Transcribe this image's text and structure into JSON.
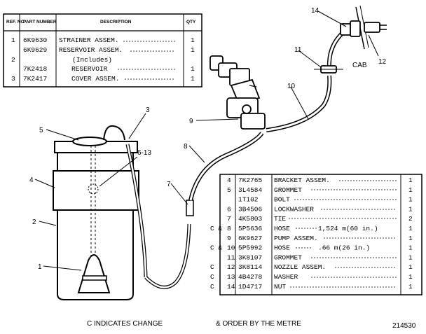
{
  "table_top": {
    "headers": {
      "ref": "REF. NO",
      "part": "PART NUMBER",
      "desc": "DESCRIPTION",
      "qty": "QTY"
    },
    "rows": [
      {
        "flag": "",
        "ref": "1",
        "part": "6K9630",
        "desc": "STRAINER ASSEM.",
        "qty": "1"
      },
      {
        "flag": "",
        "ref": "",
        "part": "6K9629",
        "desc": "RESERVOIR ASSEM.",
        "qty": "1"
      },
      {
        "flag": "",
        "ref": "2",
        "part": "",
        "desc": "(Includes)",
        "qty": ""
      },
      {
        "flag": "",
        "ref": "",
        "part": "7K2418",
        "desc": "RESERVOIR",
        "qty": "1"
      },
      {
        "flag": "",
        "ref": "3",
        "part": "7K2417",
        "desc": "COVER ASSEM.",
        "qty": "1"
      }
    ]
  },
  "table_bottom": {
    "rows": [
      {
        "flag": "",
        "ref": "4",
        "part": "7K2765",
        "desc": "BRACKET ASSEM.",
        "qty": "1"
      },
      {
        "flag": "",
        "ref": "5",
        "part": "3L4584",
        "desc": "GROMMET",
        "qty": "1"
      },
      {
        "flag": "",
        "ref": "",
        "part": "1T102",
        "desc": "BOLT",
        "qty": "1"
      },
      {
        "flag": "",
        "ref": "6",
        "part": "3B4506",
        "desc": "LOCKWASHER",
        "qty": "1"
      },
      {
        "flag": "",
        "ref": "7",
        "part": "4K5803",
        "desc": "TIE",
        "qty": "2"
      },
      {
        "flag": "C &",
        "ref": "8",
        "part": "5P5636",
        "desc": "HOSE",
        "extra": "1,524 m(60 in.)",
        "qty": "1"
      },
      {
        "flag": "",
        "ref": "9",
        "part": "6K9627",
        "desc": "PUMP ASSEM.",
        "qty": "1"
      },
      {
        "flag": "C &",
        "ref": "10",
        "part": "5P5992",
        "desc": "HOSE",
        "extra": ".66 m(26 in.)",
        "qty": "1"
      },
      {
        "flag": "",
        "ref": "11",
        "part": "3K8107",
        "desc": "GROMMET",
        "qty": "1"
      },
      {
        "flag": "C",
        "ref": "12",
        "part": "3K8114",
        "desc": "NOZZLE ASSEM.",
        "qty": "1"
      },
      {
        "flag": "C",
        "ref": "13",
        "part": "4B4278",
        "desc": "WASHER",
        "qty": "1"
      },
      {
        "flag": "C",
        "ref": "14",
        "part": "1D4717",
        "desc": "NUT",
        "qty": "1"
      }
    ]
  },
  "callouts": {
    "c1": "1",
    "c2": "2",
    "c3": "3",
    "c4": "4",
    "c5": "5",
    "c613": "6-13",
    "c7": "7",
    "c8": "8",
    "c9": "9",
    "c10": "10",
    "c11": "11",
    "c12": "12",
    "c14": "14",
    "cab": "CAB"
  },
  "footer": {
    "left": "C INDICATES CHANGE",
    "middle": "& ORDER BY THE METRE",
    "right": "214530"
  }
}
